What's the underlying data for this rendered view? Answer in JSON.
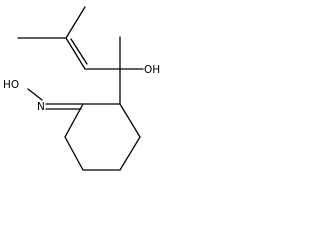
{
  "molecule": {
    "labels": {
      "hydroxyl": "OH",
      "oxime_hydroxyl": "HO",
      "oxime_nitrogen": "N"
    },
    "colors": {
      "bond": "#000000",
      "label": "#000000",
      "background": "#ffffff"
    }
  }
}
